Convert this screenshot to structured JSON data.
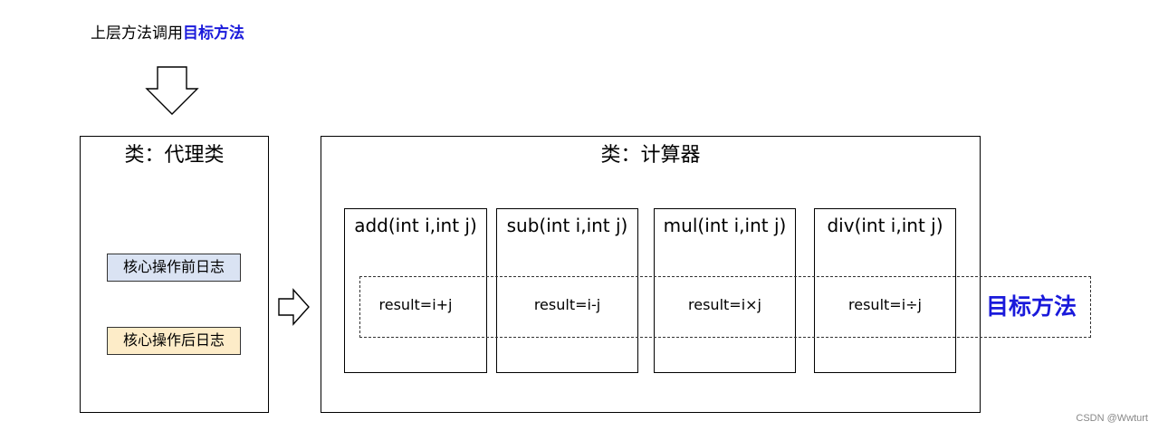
{
  "caption": {
    "prefix": "上层方法调用",
    "highlight": "目标方法"
  },
  "proxy_class": {
    "title": "类：代理类",
    "log_before": "核心操作前日志",
    "log_after": "核心操作后日志"
  },
  "calculator_class": {
    "title": "类：计算器",
    "methods": [
      {
        "signature": "add(int i,int j)",
        "body": "result=i+j"
      },
      {
        "signature": "sub(int i,int j)",
        "body": "result=i-j"
      },
      {
        "signature": "mul(int i,int j)",
        "body": "result=i×j"
      },
      {
        "signature": "div(int i,int j)",
        "body": "result=i÷j"
      }
    ]
  },
  "target_label": "目标方法",
  "watermark": "CSDN @Wwturt",
  "colors": {
    "highlight": "#1a1adb",
    "log_before_fill": "#dae3f3",
    "log_after_fill": "#fdecc8"
  }
}
